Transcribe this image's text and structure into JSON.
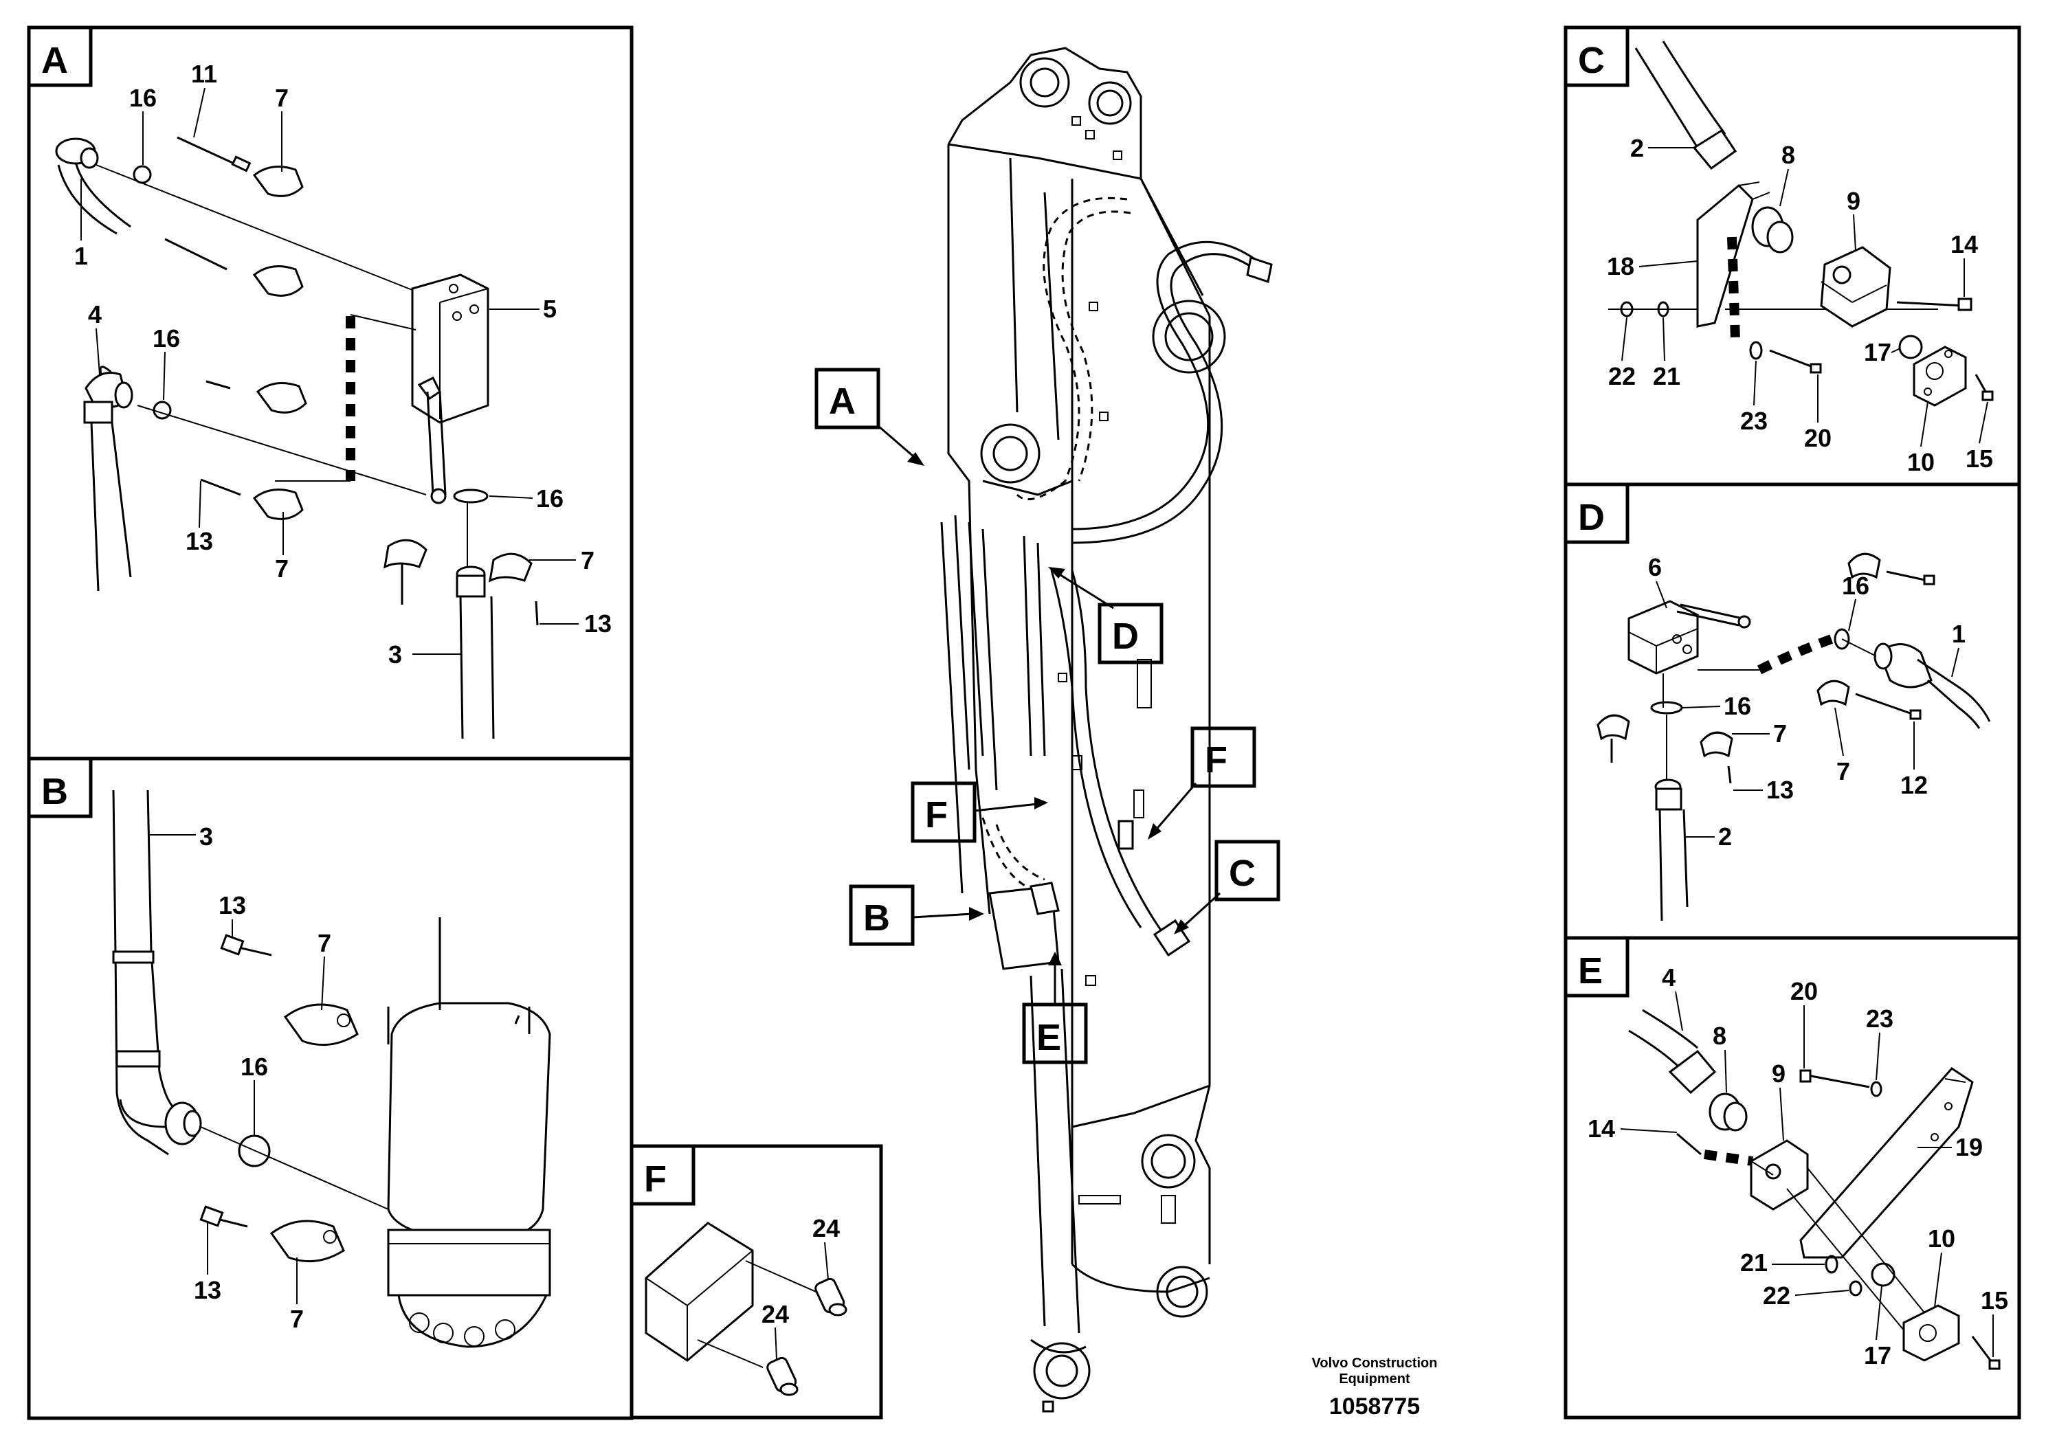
{
  "panels": {
    "A": {
      "letter": "A",
      "callouts": [
        "11",
        "16",
        "7",
        "1",
        "5",
        "4",
        "16",
        "16",
        "13",
        "7",
        "7",
        "13",
        "3"
      ]
    },
    "B": {
      "letter": "B",
      "callouts": [
        "3",
        "13",
        "7",
        "16",
        "13",
        "7"
      ]
    },
    "C": {
      "letter": "C",
      "callouts": [
        "2",
        "8",
        "9",
        "14",
        "18",
        "22",
        "21",
        "17",
        "23",
        "20",
        "10",
        "15"
      ]
    },
    "D": {
      "letter": "D",
      "callouts": [
        "6",
        "16",
        "1",
        "16",
        "7",
        "7",
        "12",
        "13",
        "2"
      ]
    },
    "E": {
      "letter": "E",
      "callouts": [
        "4",
        "20",
        "23",
        "8",
        "9",
        "14",
        "19",
        "10",
        "21",
        "22",
        "15",
        "17"
      ]
    },
    "F": {
      "letter": "F",
      "callouts": [
        "24",
        "24"
      ]
    }
  },
  "main_labels": {
    "A": "A",
    "B": "B",
    "C": "C",
    "D": "D",
    "E": "E",
    "F1": "F",
    "F2": "F"
  },
  "footer": {
    "company_line1": "Volvo Construction",
    "company_line2": "Equipment",
    "doc_number": "1058775"
  }
}
